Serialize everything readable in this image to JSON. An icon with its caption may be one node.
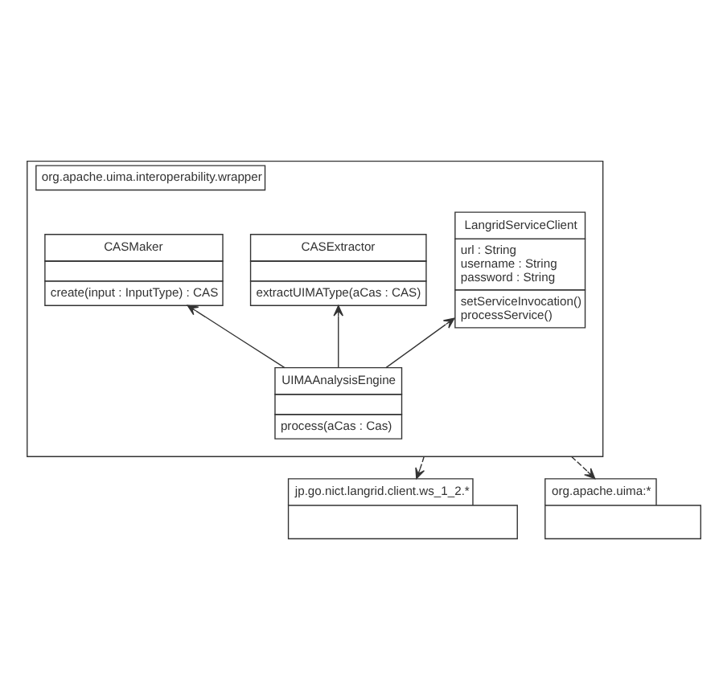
{
  "diagram": {
    "nodes": [
      {
        "text": [
          "org.apache.uima.interoperability.wrapper"
        ]
      },
      {
        "text": [
          "CASExtractor",
          "extractUIMAType(aCas : CAS)"
        ],
        "in": 0
      },
      {
        "text": [
          "LangridServiceClient",
          "url : String",
          "username : String",
          "password : String",
          "setServiceInvocation()",
          "processService()"
        ],
        "in": 0
      },
      {
        "text": [
          "CASMaker",
          "create(input : InputType) : CAS"
        ],
        "in": 0
      },
      {
        "text": [
          "UIMAAnalysisEngine",
          "process(aCas : Cas)"
        ],
        "in": 0
      },
      {
        "text": [
          "jp.go.nict.langrid.client.ws_1_2.*"
        ]
      },
      {
        "text": [
          "org.apache.uima:*"
        ]
      }
    ],
    "edges": [
      {
        "from": 4,
        "to": 1,
        "arrow": "to"
      },
      {
        "from": 4,
        "to": 2,
        "arrow": "to"
      },
      {
        "from": 4,
        "to": 3,
        "arrow": "to"
      },
      {
        "from": 0,
        "to": 5,
        "arrow": "to",
        "style": "dashed"
      },
      {
        "from": 0,
        "to": 6,
        "arrow": "to",
        "style": "dashed"
      }
    ]
  }
}
